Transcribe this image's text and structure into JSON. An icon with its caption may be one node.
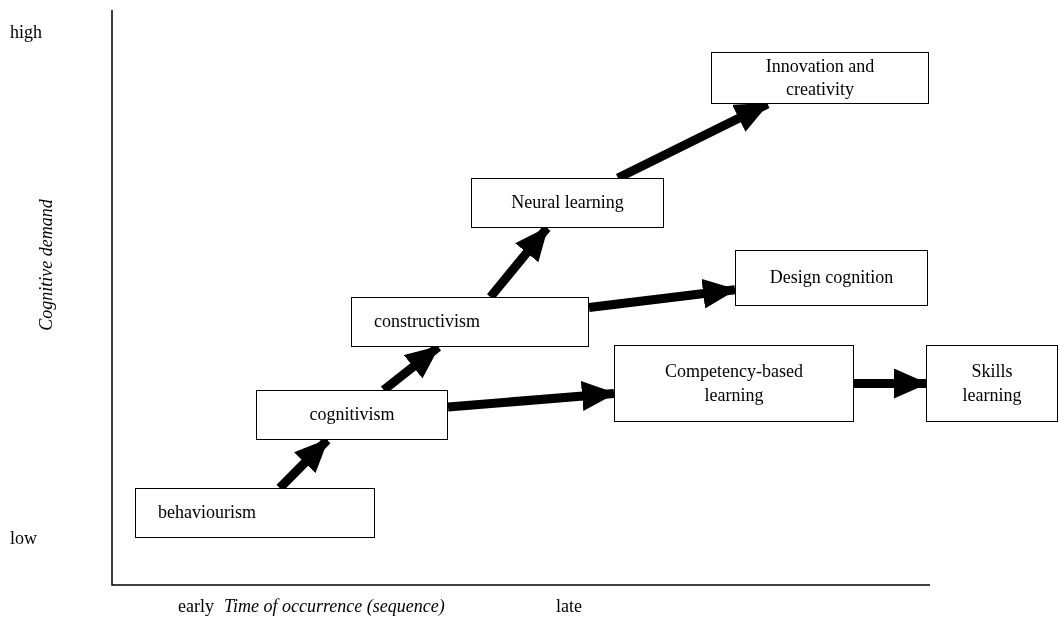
{
  "diagram": {
    "nodes": [
      {
        "text": [
          "behaviourism"
        ]
      },
      {
        "text": [
          "cognitivism"
        ]
      },
      {
        "text": [
          "constructivism"
        ]
      },
      {
        "text": [
          "Neural learning"
        ]
      },
      {
        "text": [
          "Innovation and creativity"
        ]
      },
      {
        "text": [
          "Design cognition"
        ]
      },
      {
        "text": [
          "Competency-based learning"
        ]
      },
      {
        "text": [
          "Skills learning"
        ]
      }
    ],
    "edges": [
      {
        "from": 0,
        "to": 1,
        "arrow": "to"
      },
      {
        "from": 1,
        "to": 2,
        "arrow": "to"
      },
      {
        "from": 2,
        "to": 3,
        "arrow": "to"
      },
      {
        "from": 3,
        "to": 4,
        "arrow": "to"
      },
      {
        "from": 2,
        "to": 5,
        "arrow": "to"
      },
      {
        "from": 1,
        "to": 6,
        "arrow": "to"
      },
      {
        "from": 6,
        "to": 7,
        "arrow": "to"
      }
    ],
    "labels": [
      "high",
      "Cognitive demand",
      "low",
      "early",
      "Time of occurrence (sequence)",
      "late"
    ]
  }
}
